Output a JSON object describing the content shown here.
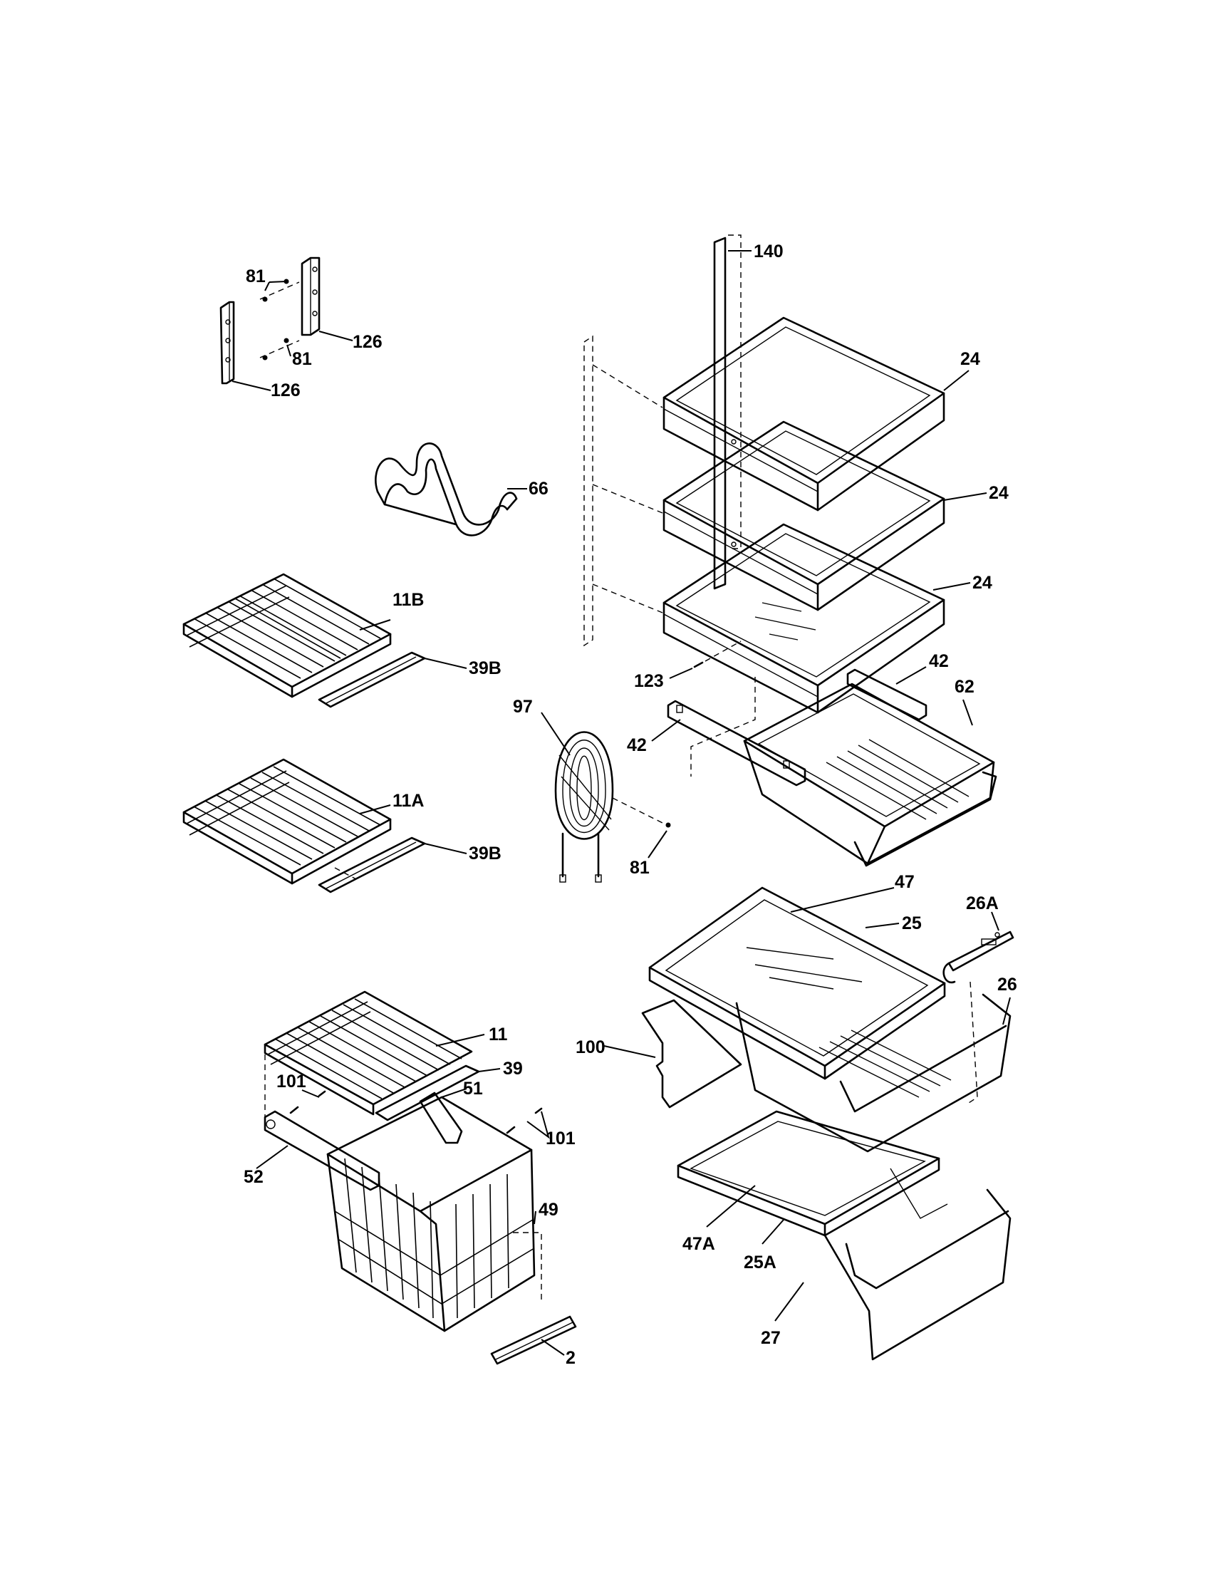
{
  "labels": {
    "p140": "140",
    "p81_top": "81",
    "p126_right": "126",
    "p81_mid": "81",
    "p126_left": "126",
    "p24_top": "24",
    "p24_mid": "24",
    "p24_low": "24",
    "p66": "66",
    "p11B": "11B",
    "p39B_top": "39B",
    "p123": "123",
    "p42_right": "42",
    "p62": "62",
    "p97": "97",
    "p42_left": "42",
    "p11A": "11A",
    "p39B_low": "39B",
    "p81_bottom": "81",
    "p47": "47",
    "p26A": "26A",
    "p25": "25",
    "p26": "26",
    "p11": "11",
    "p100": "100",
    "p39": "39",
    "p101_left": "101",
    "p51": "51",
    "p101_right": "101",
    "p52": "52",
    "p49": "49",
    "p47A": "47A",
    "p25A": "25A",
    "p2": "2",
    "p27": "27"
  }
}
